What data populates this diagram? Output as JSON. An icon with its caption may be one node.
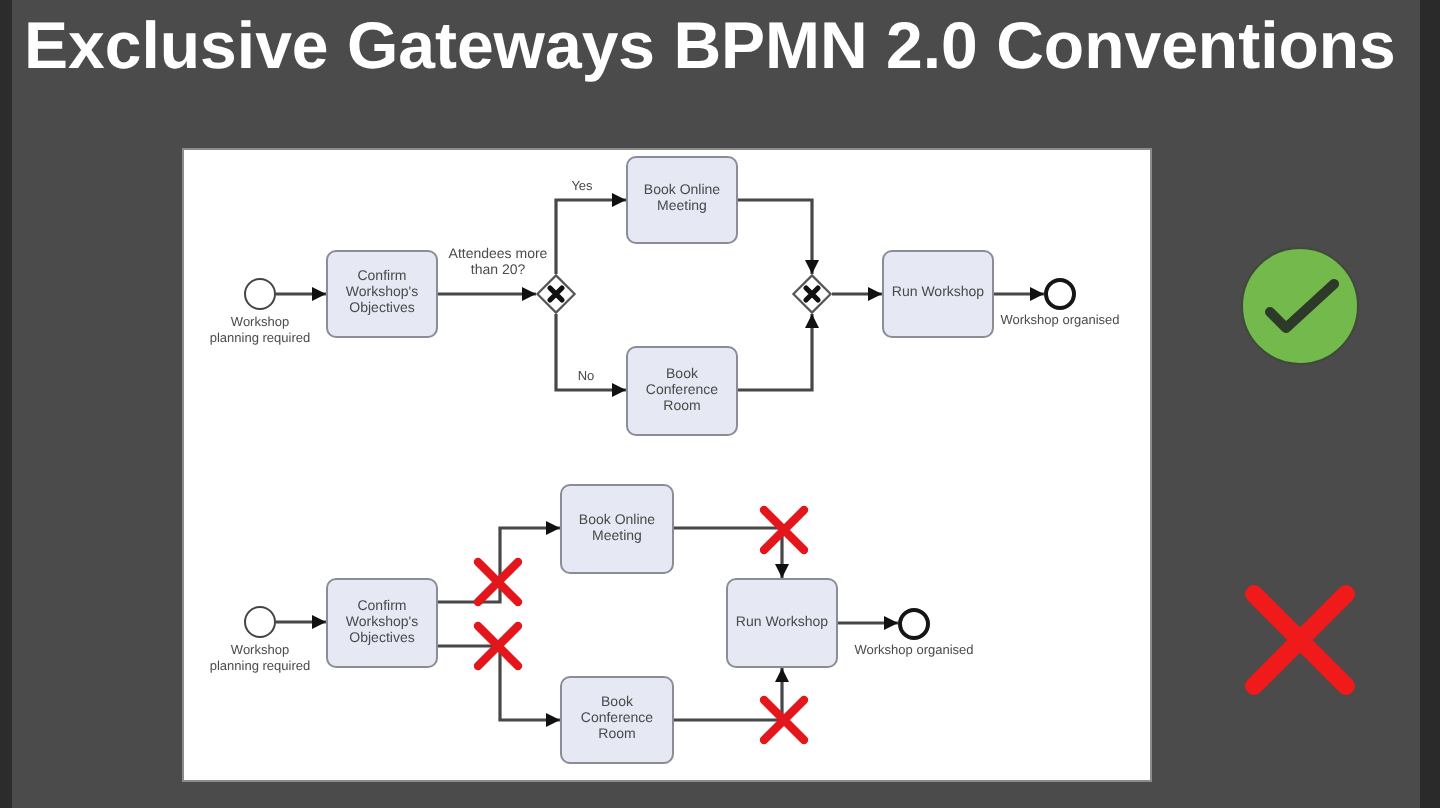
{
  "diagram": {
    "title": "Exclusive Gateways BPMN 2.0 Conventions",
    "nodes": [
      {
        "text": [],
        "shape": "circle",
        "beside": [
          "Workshop planning required"
        ]
      },
      {
        "text": [
          "Confirm Workshop's Objectives"
        ]
      },
      {
        "text": [],
        "shape": "diamond"
      },
      {
        "text": [
          "Book Online Meeting"
        ]
      },
      {
        "text": [
          "Book Conference Room"
        ]
      },
      {
        "text": [],
        "shape": "diamond"
      },
      {
        "text": [
          "Run Workshop"
        ]
      },
      {
        "text": [],
        "shape": "circle",
        "beside": [
          "Workshop organised"
        ]
      },
      {
        "text": [],
        "shape": "circle",
        "beside": [
          "Workshop planning required"
        ]
      },
      {
        "text": [
          "Confirm Workshop's Objectives"
        ]
      },
      {
        "text": [
          "Book Online Meeting"
        ]
      },
      {
        "text": [
          "Book Conference Room"
        ]
      },
      {
        "text": [
          "Run Workshop"
        ]
      },
      {
        "text": [],
        "shape": "circle",
        "beside": [
          "Workshop organised"
        ]
      }
    ],
    "edges": [
      {
        "from": 0,
        "to": 1,
        "arrow": "to"
      },
      {
        "from": 1,
        "to": 2,
        "arrow": "to",
        "label": "Attendees more than 20?"
      },
      {
        "from": 2,
        "to": 3,
        "arrow": "to",
        "label": "Yes"
      },
      {
        "from": 2,
        "to": 4,
        "arrow": "to",
        "label": "No"
      },
      {
        "from": 3,
        "to": 5,
        "arrow": "to"
      },
      {
        "from": 4,
        "to": 5,
        "arrow": "to"
      },
      {
        "from": 5,
        "to": 6,
        "arrow": "to"
      },
      {
        "from": 6,
        "to": 7,
        "arrow": "to"
      },
      {
        "from": 8,
        "to": 9,
        "arrow": "to"
      },
      {
        "from": 9,
        "to": 10,
        "arrow": "to"
      },
      {
        "from": 9,
        "to": 11,
        "arrow": "to"
      },
      {
        "from": 10,
        "to": 12,
        "arrow": "to"
      },
      {
        "from": 11,
        "to": 12,
        "arrow": "to"
      },
      {
        "from": 12,
        "to": 13,
        "arrow": "to"
      }
    ]
  }
}
